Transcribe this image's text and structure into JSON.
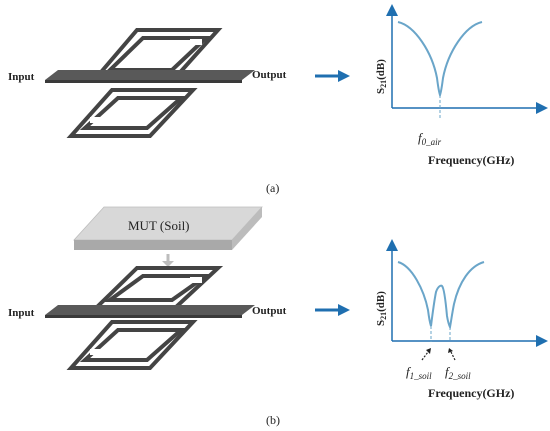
{
  "panel_a": {
    "input_label": "Input",
    "output_label": "Output",
    "y_axis_label": "S21(dB)",
    "y_axis_main": "S",
    "y_axis_sub": "21",
    "y_axis_unit": "(dB)",
    "x_axis_label": "Frequency(GHz)",
    "freq_label": "f0_air",
    "freq_main": "f",
    "freq_sub": "0_air",
    "caption": "(a)"
  },
  "panel_b": {
    "mut_label": "MUT (Soil)",
    "input_label": "Input",
    "output_label": "Output",
    "y_axis_label": "S21(dB)",
    "y_axis_main": "S",
    "y_axis_sub": "21",
    "y_axis_unit": "(dB)",
    "x_axis_label": "Frequency(GHz)",
    "freq1_label": "f1_soil",
    "freq1_main": "f",
    "freq1_sub": "1_soil",
    "freq2_label": "f2_soil",
    "freq2_main": "f",
    "freq2_sub": "2_soil",
    "caption": "(b)"
  },
  "colors": {
    "arrow": "#1f6fb0",
    "curve": "#6aa5c9",
    "axis": "#1f6fb0",
    "resonator": "#444444",
    "line": "#555555",
    "mut_top": "#d8d8d8",
    "mut_side": "#a9a9a9"
  }
}
